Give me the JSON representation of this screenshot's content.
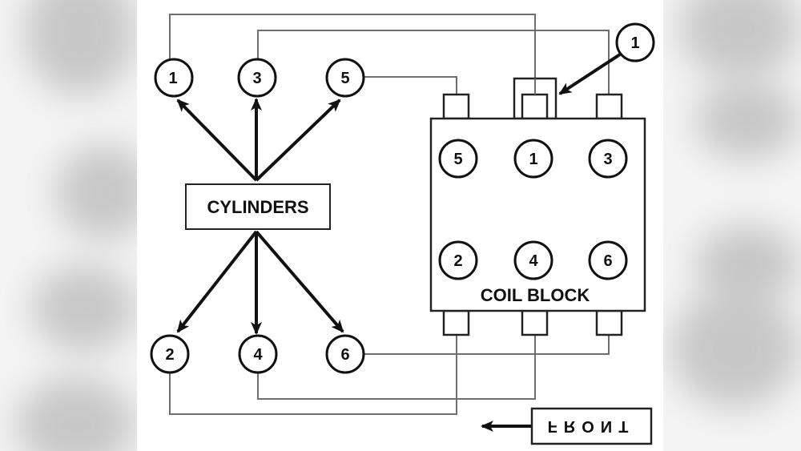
{
  "diagram": {
    "title_box": "CYLINDERS",
    "coil_block_label": "COIL BLOCK",
    "front_label": "FRONT",
    "callout_number": "1",
    "cylinders_top": [
      "1",
      "3",
      "5"
    ],
    "cylinders_bottom": [
      "2",
      "4",
      "6"
    ],
    "coil_terminals_top_row": [
      "5",
      "1",
      "3"
    ],
    "coil_terminals_bottom_row": [
      "2",
      "4",
      "6"
    ],
    "connections": [
      {
        "cylinder": "1",
        "coil_terminal": "1"
      },
      {
        "cylinder": "3",
        "coil_terminal": "3"
      },
      {
        "cylinder": "5",
        "coil_terminal": "5"
      },
      {
        "cylinder": "2",
        "coil_terminal": "2"
      },
      {
        "cylinder": "4",
        "coil_terminal": "4"
      },
      {
        "cylinder": "6",
        "coil_terminal": "6"
      }
    ]
  }
}
